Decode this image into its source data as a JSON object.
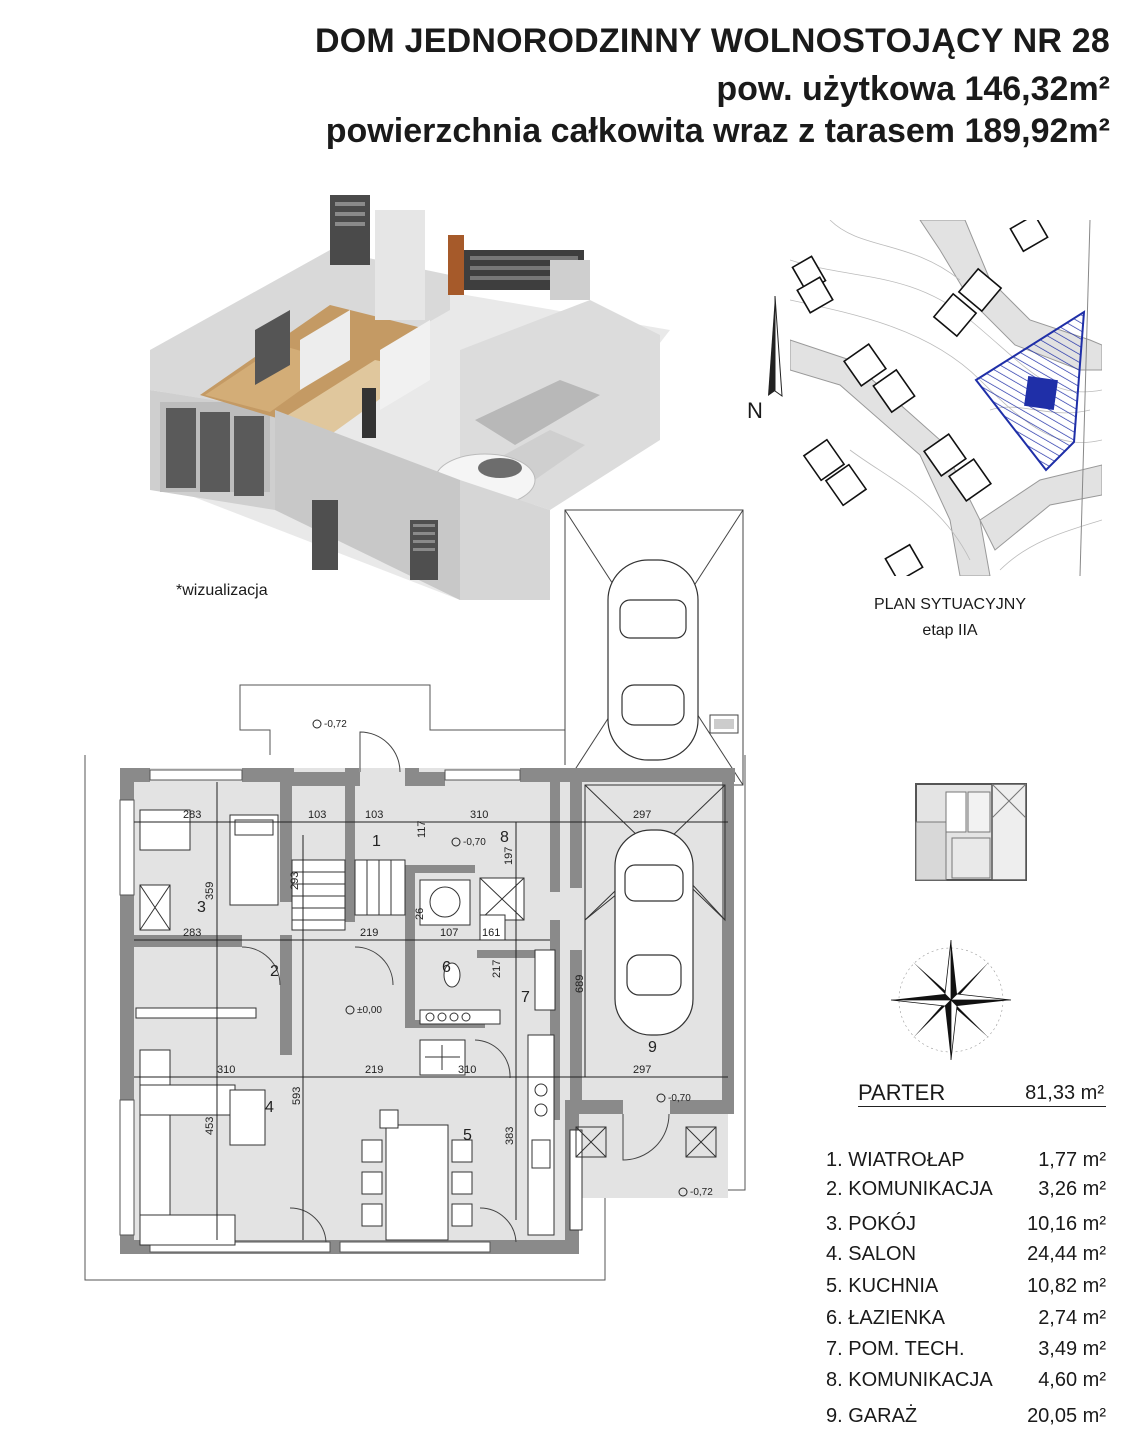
{
  "header": {
    "title": "DOM JEDNORODZINNY WOLNOSTOJĄCY  NR 28",
    "usable_area": "pow. użytkowa  146,32m²",
    "total_area": "powierzchnia całkowita wraz z tarasem 189,92m²"
  },
  "visualization": {
    "caption": "*wizualizacja"
  },
  "site_plan": {
    "north_letter": "N",
    "caption_line1": "PLAN SYTUACYJNY",
    "caption_line2": "etap IIA"
  },
  "floor_plan": {
    "levels": [
      "-0,72",
      "-0,70",
      "±0,00",
      "-0,70",
      "-0,72"
    ],
    "dimensions": [
      "283",
      "103",
      "103",
      "117",
      "310",
      "297",
      "293",
      "197",
      "359",
      "283",
      "219",
      "26",
      "107",
      "161",
      "217",
      "689",
      "310",
      "219",
      "310",
      "297",
      "593",
      "453",
      "383"
    ],
    "room_numbers": [
      "1",
      "2",
      "3",
      "4",
      "5",
      "6",
      "7",
      "8",
      "9"
    ]
  },
  "summary": {
    "floor_name": "PARTER",
    "floor_area": "81,33 m²",
    "rooms": [
      {
        "name": "1. WIATROŁAP",
        "area": "1,77 m²"
      },
      {
        "name": "2. KOMUNIKACJA",
        "area": "3,26 m²"
      },
      {
        "name": "3. POKÓJ",
        "area": "10,16 m²"
      },
      {
        "name": "4. SALON",
        "area": "24,44 m²"
      },
      {
        "name": "5. KUCHNIA",
        "area": "10,82 m²"
      },
      {
        "name": "6. ŁAZIENKA",
        "area": "2,74 m²"
      },
      {
        "name": "7. POM. TECH.",
        "area": "3,49 m²"
      },
      {
        "name": "8. KOMUNIKACJA",
        "area": "4,60 m²"
      },
      {
        "name": "9. GARAŻ",
        "area": "20,05 m²"
      }
    ]
  },
  "colors": {
    "wall": "#8a8a8a",
    "floor": "#e3e3e3",
    "hatch": "#1f2fa8",
    "dim": "#222222"
  }
}
